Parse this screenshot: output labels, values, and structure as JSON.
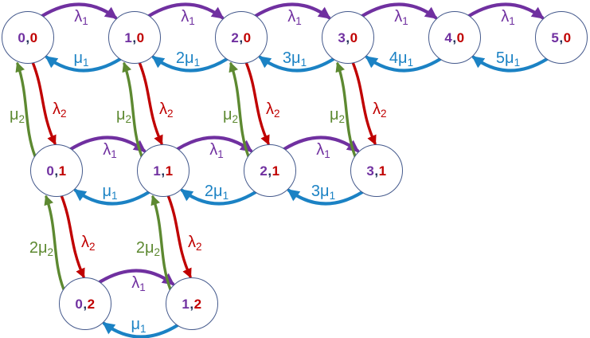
{
  "diagram": {
    "kind": "state-transition-diagram",
    "separator": ",",
    "colors": {
      "lambda1_purple": "#7030A0",
      "mu1_blue": "#1B82C4",
      "lambda2_red": "#C00000",
      "mu2_green": "#5D8931",
      "state_n1_purple": "#7030A0",
      "separator_navy": "#1F3059",
      "state_n2_red": "#C00000",
      "circle_outline": "#44598C",
      "background": "#FFFFFF"
    },
    "nodes": [
      {
        "n1": "0",
        "n2": "0"
      },
      {
        "n1": "1",
        "n2": "0"
      },
      {
        "n1": "2",
        "n2": "0"
      },
      {
        "n1": "3",
        "n2": "0"
      },
      {
        "n1": "4",
        "n2": "0"
      },
      {
        "n1": "5",
        "n2": "0"
      },
      {
        "n1": "0",
        "n2": "1"
      },
      {
        "n1": "1",
        "n2": "1"
      },
      {
        "n1": "2",
        "n2": "1"
      },
      {
        "n1": "3",
        "n2": "1"
      },
      {
        "n1": "0",
        "n2": "2"
      },
      {
        "n1": "1",
        "n2": "2"
      }
    ],
    "edges": [
      {
        "from": "0,0",
        "to": "1,0",
        "kind": "lambda1",
        "label": {
          "text": "λ",
          "sub": "1"
        }
      },
      {
        "from": "1,0",
        "to": "2,0",
        "kind": "lambda1",
        "label": {
          "text": "λ",
          "sub": "1"
        }
      },
      {
        "from": "2,0",
        "to": "3,0",
        "kind": "lambda1",
        "label": {
          "text": "λ",
          "sub": "1"
        }
      },
      {
        "from": "3,0",
        "to": "4,0",
        "kind": "lambda1",
        "label": {
          "text": "λ",
          "sub": "1"
        }
      },
      {
        "from": "4,0",
        "to": "5,0",
        "kind": "lambda1",
        "label": {
          "text": "λ",
          "sub": "1"
        }
      },
      {
        "from": "1,0",
        "to": "0,0",
        "kind": "mu1",
        "label": {
          "text": "μ",
          "sub": "1"
        }
      },
      {
        "from": "2,0",
        "to": "1,0",
        "kind": "mu1",
        "label": {
          "text": "2μ",
          "sub": "1"
        }
      },
      {
        "from": "3,0",
        "to": "2,0",
        "kind": "mu1",
        "label": {
          "text": "3μ",
          "sub": "1"
        }
      },
      {
        "from": "4,0",
        "to": "3,0",
        "kind": "mu1",
        "label": {
          "text": "4μ",
          "sub": "1"
        }
      },
      {
        "from": "5,0",
        "to": "4,0",
        "kind": "mu1",
        "label": {
          "text": "5μ",
          "sub": "1"
        }
      },
      {
        "from": "0,1",
        "to": "1,1",
        "kind": "lambda1",
        "label": {
          "text": "λ",
          "sub": "1"
        }
      },
      {
        "from": "1,1",
        "to": "2,1",
        "kind": "lambda1",
        "label": {
          "text": "λ",
          "sub": "1"
        }
      },
      {
        "from": "2,1",
        "to": "3,1",
        "kind": "lambda1",
        "label": {
          "text": "λ",
          "sub": "1"
        }
      },
      {
        "from": "1,1",
        "to": "0,1",
        "kind": "mu1",
        "label": {
          "text": "μ",
          "sub": "1"
        }
      },
      {
        "from": "2,1",
        "to": "1,1",
        "kind": "mu1",
        "label": {
          "text": "2μ",
          "sub": "1"
        }
      },
      {
        "from": "3,1",
        "to": "2,1",
        "kind": "mu1",
        "label": {
          "text": "3μ",
          "sub": "1"
        }
      },
      {
        "from": "0,2",
        "to": "1,2",
        "kind": "lambda1",
        "label": {
          "text": "λ",
          "sub": "1"
        }
      },
      {
        "from": "1,2",
        "to": "0,2",
        "kind": "mu1",
        "label": {
          "text": "μ",
          "sub": "1"
        }
      },
      {
        "from": "0,0",
        "to": "0,1",
        "kind": "lambda2",
        "label": {
          "text": "λ",
          "sub": "2"
        }
      },
      {
        "from": "1,0",
        "to": "1,1",
        "kind": "lambda2",
        "label": {
          "text": "λ",
          "sub": "2"
        }
      },
      {
        "from": "2,0",
        "to": "2,1",
        "kind": "lambda2",
        "label": {
          "text": "λ",
          "sub": "2"
        }
      },
      {
        "from": "3,0",
        "to": "3,1",
        "kind": "lambda2",
        "label": {
          "text": "λ",
          "sub": "2"
        }
      },
      {
        "from": "0,1",
        "to": "0,2",
        "kind": "lambda2",
        "label": {
          "text": "λ",
          "sub": "2"
        }
      },
      {
        "from": "1,1",
        "to": "1,2",
        "kind": "lambda2",
        "label": {
          "text": "λ",
          "sub": "2"
        }
      },
      {
        "from": "0,1",
        "to": "0,0",
        "kind": "mu2",
        "label": {
          "text": "μ",
          "sub": "2"
        }
      },
      {
        "from": "1,1",
        "to": "1,0",
        "kind": "mu2",
        "label": {
          "text": "μ",
          "sub": "2"
        }
      },
      {
        "from": "2,1",
        "to": "2,0",
        "kind": "mu2",
        "label": {
          "text": "μ",
          "sub": "2"
        }
      },
      {
        "from": "3,1",
        "to": "3,0",
        "kind": "mu2",
        "label": {
          "text": "μ",
          "sub": "2"
        }
      },
      {
        "from": "0,2",
        "to": "0,1",
        "kind": "mu2",
        "label": {
          "text": "2μ",
          "sub": "2"
        }
      },
      {
        "from": "1,2",
        "to": "1,1",
        "kind": "mu2",
        "label": {
          "text": "2μ",
          "sub": "2"
        }
      }
    ]
  }
}
